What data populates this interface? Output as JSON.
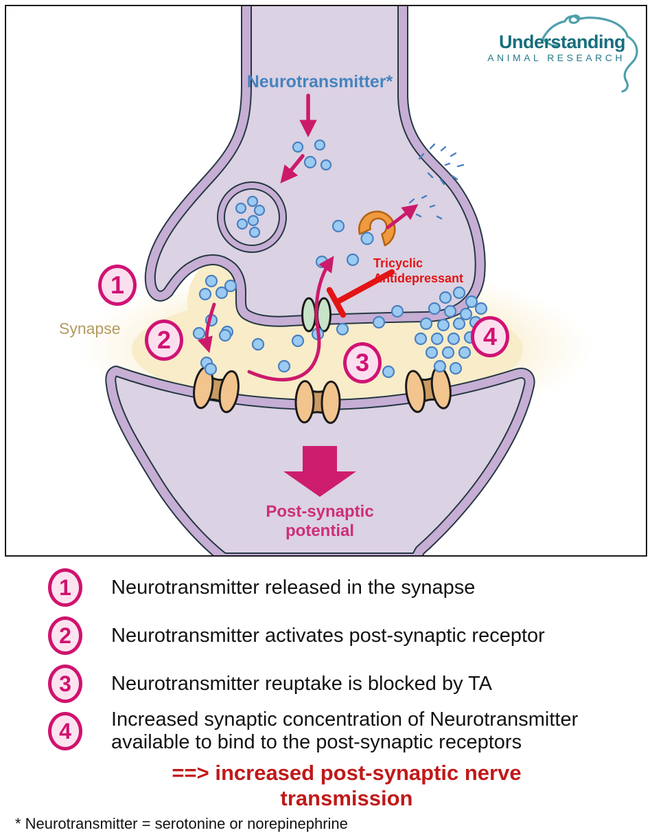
{
  "logo": {
    "line1": "Understanding",
    "line2": "ANIMAL RESEARCH"
  },
  "diagram": {
    "neurotransmitter_label": "Neurotransmitter*",
    "tricyclic_line1": "Tricyclic",
    "tricyclic_line2": "Antidepressant",
    "synapse_label": "Synapse",
    "post_synaptic_line1": "Post-synaptic",
    "post_synaptic_line2": "potential",
    "markers": [
      {
        "num": "1"
      },
      {
        "num": "2"
      },
      {
        "num": "3"
      },
      {
        "num": "4"
      }
    ]
  },
  "legend": {
    "items": [
      {
        "num": "1",
        "text": "Neurotransmitter released in the synapse"
      },
      {
        "num": "2",
        "text": "Neurotransmitter activates post-synaptic receptor"
      },
      {
        "num": "3",
        "text": "Neurotransmitter reuptake is blocked by TA"
      },
      {
        "num": "4",
        "text": "Increased synaptic concentration of Neurotransmitter available to bind to the post-synaptic receptors"
      }
    ]
  },
  "conclusion": {
    "line1": "==> increased post-synaptic nerve",
    "line2": "transmission"
  },
  "footnote": "* Neurotransmitter = serotonine or norepinephrine",
  "colors": {
    "magenta_arrow": "#cc1a6b",
    "marker_border": "#d01374",
    "marker_fill": "#fbdfee",
    "blue_label": "#4583be",
    "red_blocker": "#e31414",
    "conclusion_red": "#c01919",
    "synapse_cream": "#f8ecc9",
    "cell_fill": "#dbd2e3",
    "membrane": "#c6aed4",
    "outline": "#243742",
    "logo_teal": "#176e7c",
    "synapse_label_tan": "#b39b60",
    "dot_fill": "#9bcbf2",
    "dot_stroke": "#4a80c0",
    "receptor_tan": "#f2c48e",
    "transporter_green": "#c8e3c8",
    "enzyme_orange": "#f09a40"
  }
}
